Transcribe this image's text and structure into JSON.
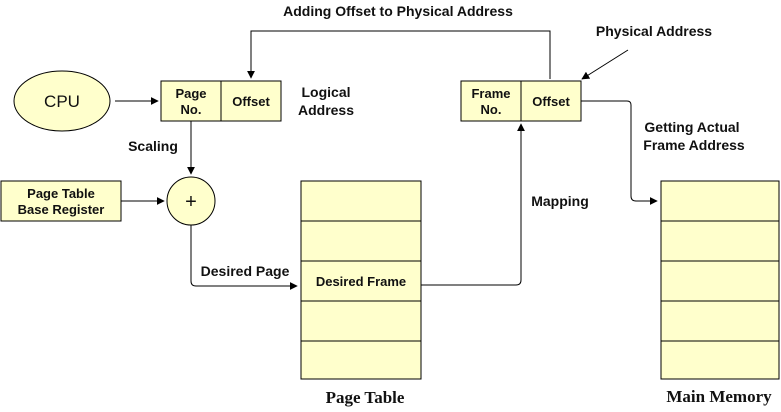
{
  "labels": {
    "cpu": "CPU",
    "logical_page_no_line1": "Page",
    "logical_page_no_line2": "No.",
    "logical_offset": "Offset",
    "logical_address_line1": "Logical",
    "logical_address_line2": "Address",
    "physical_frame_no_line1": "Frame",
    "physical_frame_no_line2": "No.",
    "physical_offset": "Offset",
    "physical_address": "Physical Address",
    "adding_offset": "Adding Offset to Physical Address",
    "scaling": "Scaling",
    "ptbr_line1": "Page Table",
    "ptbr_line2": "Base Register",
    "adder_symbol": "+",
    "desired_page": "Desired Page",
    "desired_frame": "Desired Frame",
    "mapping": "Mapping",
    "getting_frame_line1": "Getting Actual",
    "getting_frame_line2": "Frame Address",
    "page_table_caption": "Page Table",
    "main_memory_caption": "Main Memory"
  },
  "colors": {
    "box_fill": "#ffffcc",
    "stroke": "#000000"
  }
}
